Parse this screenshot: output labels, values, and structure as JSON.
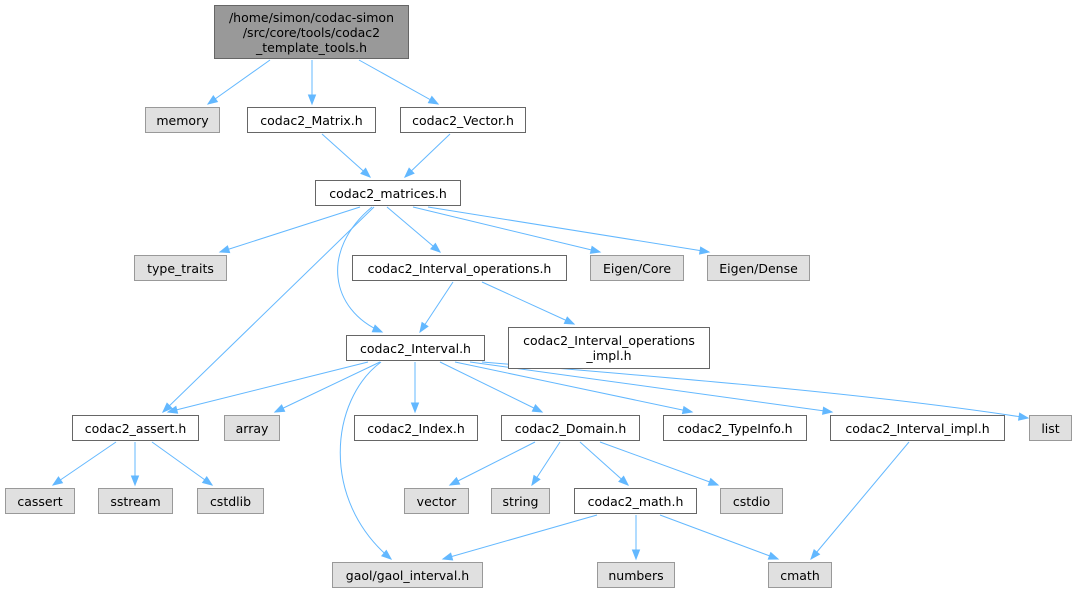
{
  "graph": {
    "title": "Include dependency graph",
    "colors": {
      "edge": "#63b8ff",
      "root_fill": "#999999",
      "external_fill": "#e0e0e0",
      "local_fill": "#ffffff"
    },
    "nodes": [
      {
        "id": "root",
        "label": "/home/simon/codac-simon\n/src/core/tools/codac2\n_template_tools.h",
        "kind": "root"
      },
      {
        "id": "memory",
        "label": "memory",
        "kind": "external"
      },
      {
        "id": "matrix_h",
        "label": "codac2_Matrix.h",
        "kind": "local"
      },
      {
        "id": "vector_h",
        "label": "codac2_Vector.h",
        "kind": "local"
      },
      {
        "id": "matrices_h",
        "label": "codac2_matrices.h",
        "kind": "local"
      },
      {
        "id": "type_traits",
        "label": "type_traits",
        "kind": "external"
      },
      {
        "id": "interval_ops_h",
        "label": "codac2_Interval_operations.h",
        "kind": "local"
      },
      {
        "id": "eigen_core",
        "label": "Eigen/Core",
        "kind": "external"
      },
      {
        "id": "eigen_dense",
        "label": "Eigen/Dense",
        "kind": "external"
      },
      {
        "id": "interval_h",
        "label": "codac2_Interval.h",
        "kind": "local"
      },
      {
        "id": "interval_ops_impl_h",
        "label": "codac2_Interval_operations\n_impl.h",
        "kind": "local"
      },
      {
        "id": "assert_h",
        "label": "codac2_assert.h",
        "kind": "local"
      },
      {
        "id": "array",
        "label": "array",
        "kind": "external"
      },
      {
        "id": "index_h",
        "label": "codac2_Index.h",
        "kind": "local"
      },
      {
        "id": "domain_h",
        "label": "codac2_Domain.h",
        "kind": "local"
      },
      {
        "id": "typeinfo_h",
        "label": "codac2_TypeInfo.h",
        "kind": "local"
      },
      {
        "id": "interval_impl_h",
        "label": "codac2_Interval_impl.h",
        "kind": "local"
      },
      {
        "id": "list",
        "label": "list",
        "kind": "external"
      },
      {
        "id": "cassert",
        "label": "cassert",
        "kind": "external"
      },
      {
        "id": "sstream",
        "label": "sstream",
        "kind": "external"
      },
      {
        "id": "cstdlib",
        "label": "cstdlib",
        "kind": "external"
      },
      {
        "id": "vector",
        "label": "vector",
        "kind": "external"
      },
      {
        "id": "string",
        "label": "string",
        "kind": "external"
      },
      {
        "id": "math_h",
        "label": "codac2_math.h",
        "kind": "local"
      },
      {
        "id": "cstdio",
        "label": "cstdio",
        "kind": "external"
      },
      {
        "id": "gaol_interval",
        "label": "gaol/gaol_interval.h",
        "kind": "external"
      },
      {
        "id": "numbers",
        "label": "numbers",
        "kind": "external"
      },
      {
        "id": "cmath",
        "label": "cmath",
        "kind": "external"
      }
    ],
    "edges": [
      {
        "from": "root",
        "to": "memory"
      },
      {
        "from": "root",
        "to": "matrix_h"
      },
      {
        "from": "root",
        "to": "vector_h"
      },
      {
        "from": "matrix_h",
        "to": "matrices_h"
      },
      {
        "from": "vector_h",
        "to": "matrices_h"
      },
      {
        "from": "matrices_h",
        "to": "type_traits"
      },
      {
        "from": "matrices_h",
        "to": "interval_ops_h"
      },
      {
        "from": "matrices_h",
        "to": "eigen_core"
      },
      {
        "from": "matrices_h",
        "to": "eigen_dense"
      },
      {
        "from": "matrices_h",
        "to": "interval_h"
      },
      {
        "from": "matrices_h",
        "to": "assert_h"
      },
      {
        "from": "interval_ops_h",
        "to": "interval_h"
      },
      {
        "from": "interval_ops_h",
        "to": "interval_ops_impl_h"
      },
      {
        "from": "interval_h",
        "to": "assert_h"
      },
      {
        "from": "interval_h",
        "to": "array"
      },
      {
        "from": "interval_h",
        "to": "gaol_interval"
      },
      {
        "from": "interval_h",
        "to": "index_h"
      },
      {
        "from": "interval_h",
        "to": "domain_h"
      },
      {
        "from": "interval_h",
        "to": "typeinfo_h"
      },
      {
        "from": "interval_h",
        "to": "interval_impl_h"
      },
      {
        "from": "interval_h",
        "to": "list"
      },
      {
        "from": "assert_h",
        "to": "cassert"
      },
      {
        "from": "assert_h",
        "to": "sstream"
      },
      {
        "from": "assert_h",
        "to": "cstdlib"
      },
      {
        "from": "domain_h",
        "to": "vector"
      },
      {
        "from": "domain_h",
        "to": "string"
      },
      {
        "from": "domain_h",
        "to": "math_h"
      },
      {
        "from": "domain_h",
        "to": "cstdio"
      },
      {
        "from": "math_h",
        "to": "gaol_interval"
      },
      {
        "from": "math_h",
        "to": "numbers"
      },
      {
        "from": "math_h",
        "to": "cmath"
      },
      {
        "from": "interval_impl_h",
        "to": "cmath"
      }
    ]
  }
}
